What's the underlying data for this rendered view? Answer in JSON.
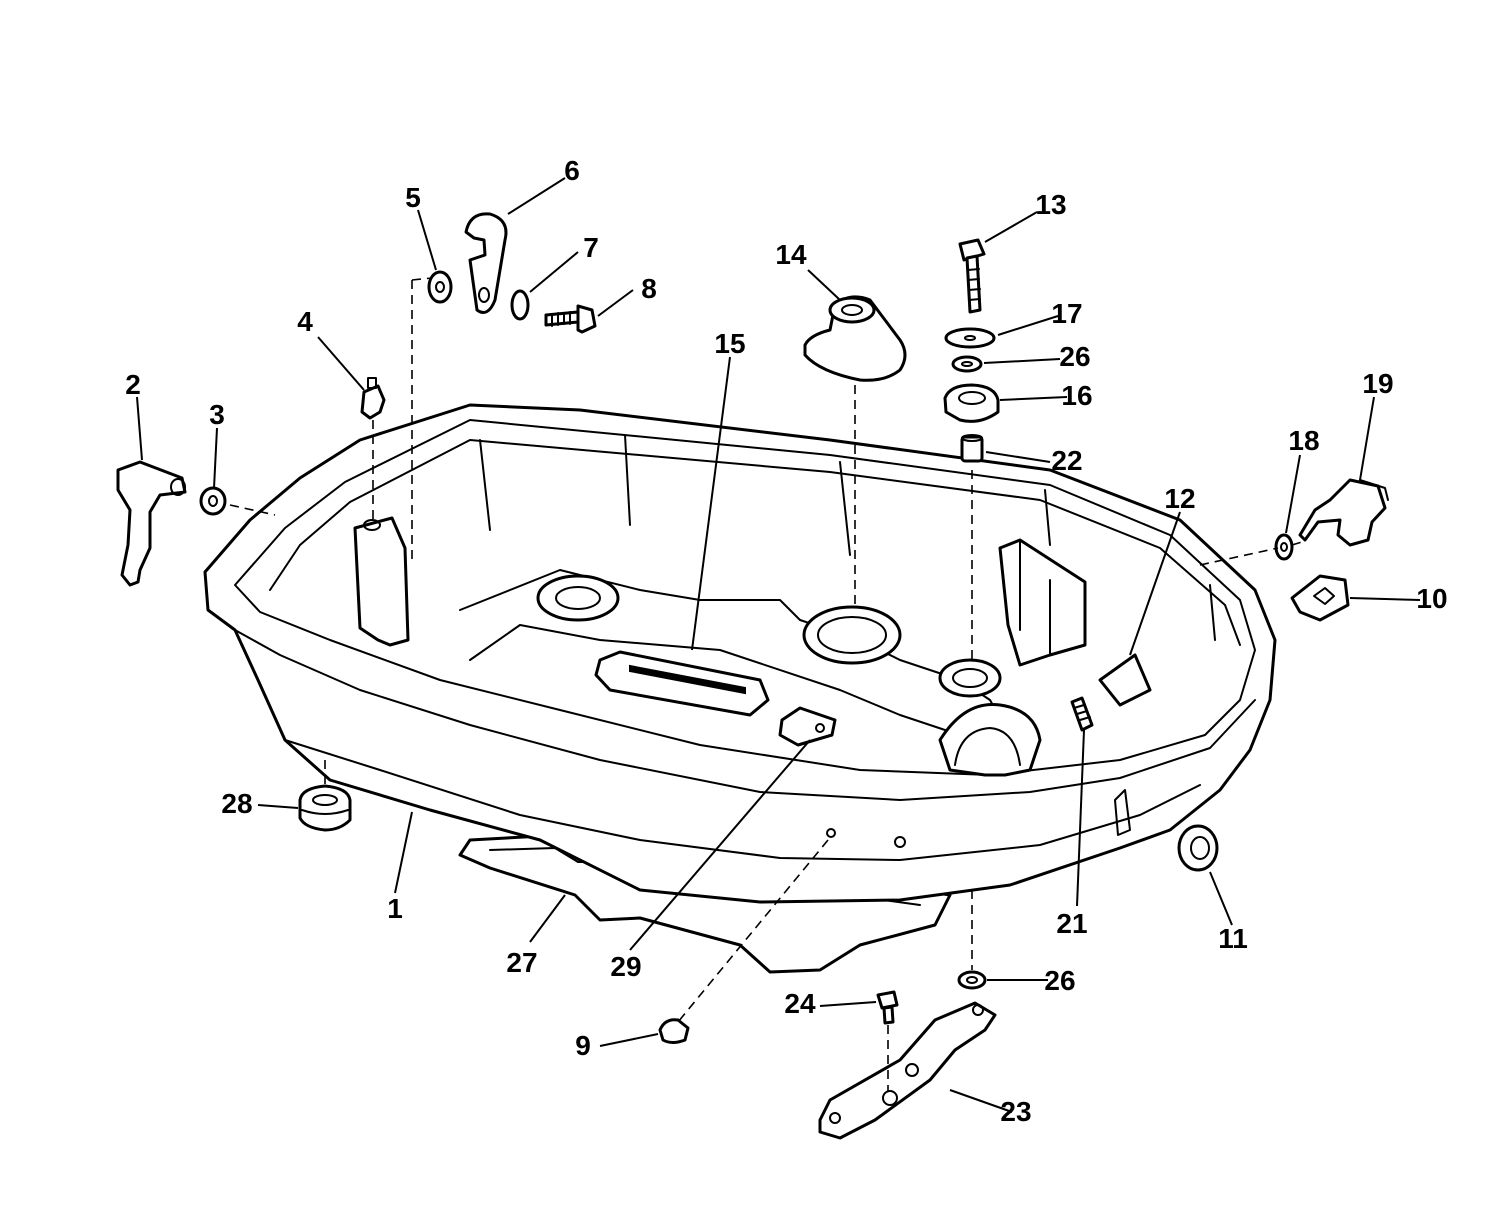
{
  "diagram": {
    "callouts": [
      {
        "id": "part-1",
        "label": "1"
      },
      {
        "id": "part-2",
        "label": "2"
      },
      {
        "id": "part-3",
        "label": "3"
      },
      {
        "id": "part-4",
        "label": "4"
      },
      {
        "id": "part-5",
        "label": "5"
      },
      {
        "id": "part-6",
        "label": "6"
      },
      {
        "id": "part-7",
        "label": "7"
      },
      {
        "id": "part-8",
        "label": "8"
      },
      {
        "id": "part-9",
        "label": "9"
      },
      {
        "id": "part-10",
        "label": "10"
      },
      {
        "id": "part-11",
        "label": "11"
      },
      {
        "id": "part-12",
        "label": "12"
      },
      {
        "id": "part-13",
        "label": "13"
      },
      {
        "id": "part-14",
        "label": "14"
      },
      {
        "id": "part-15",
        "label": "15"
      },
      {
        "id": "part-16",
        "label": "16"
      },
      {
        "id": "part-17",
        "label": "17"
      },
      {
        "id": "part-18",
        "label": "18"
      },
      {
        "id": "part-19",
        "label": "19"
      },
      {
        "id": "part-21",
        "label": "21"
      },
      {
        "id": "part-22",
        "label": "22"
      },
      {
        "id": "part-23",
        "label": "23"
      },
      {
        "id": "part-24",
        "label": "24"
      },
      {
        "id": "part-26-upper",
        "label": "26"
      },
      {
        "id": "part-26-lower",
        "label": "26"
      },
      {
        "id": "part-27",
        "label": "27"
      },
      {
        "id": "part-28",
        "label": "28"
      },
      {
        "id": "part-29",
        "label": "29"
      }
    ]
  }
}
